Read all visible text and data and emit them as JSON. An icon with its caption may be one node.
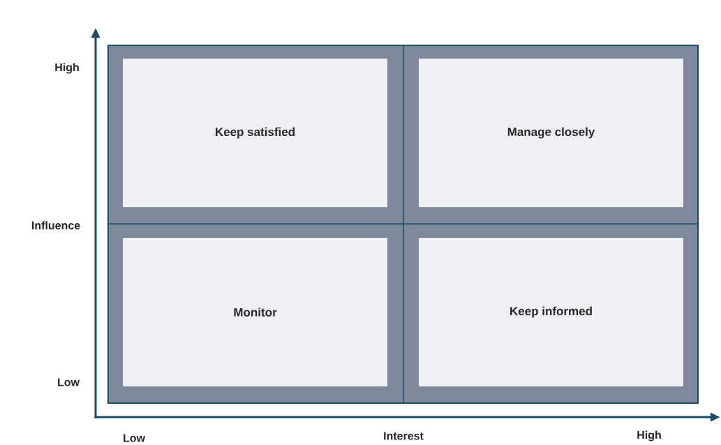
{
  "diagram": {
    "nodes": [
      {
        "text": [
          "Keep satisfied"
        ]
      },
      {
        "text": [
          "Manage closely"
        ]
      },
      {
        "text": [
          "Monitor"
        ]
      },
      {
        "text": [
          "Keep informed"
        ]
      }
    ],
    "labels": [
      "High",
      "Influence",
      "Low",
      "Low",
      "Interest",
      "High"
    ]
  }
}
